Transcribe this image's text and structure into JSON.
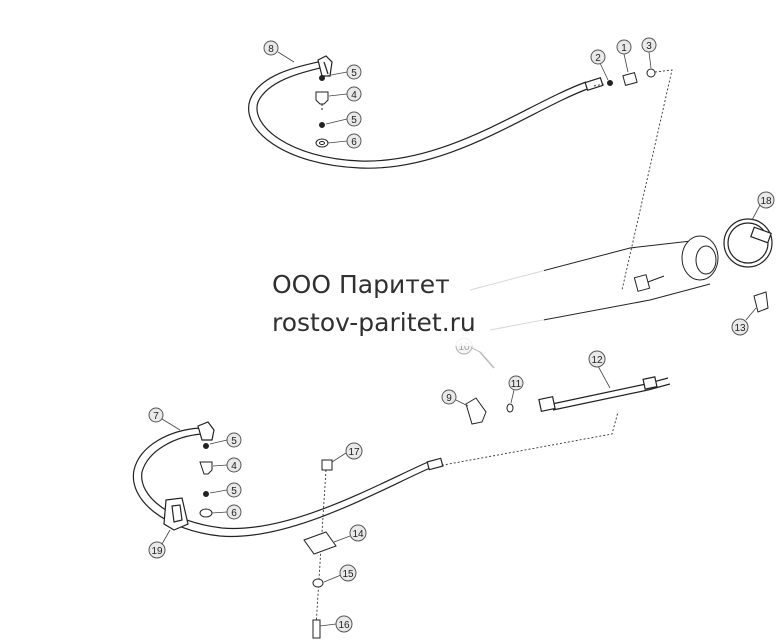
{
  "watermark": {
    "company": "ООО Паритет",
    "site": "rostov-paritet.ru"
  },
  "callouts": [
    "1",
    "2",
    "3",
    "4",
    "5",
    "6",
    "7",
    "8",
    "9",
    "10",
    "11",
    "12",
    "13",
    "14",
    "15",
    "16",
    "17",
    "18",
    "19"
  ],
  "colors": {
    "line": "#222222",
    "callout_fill": "#e9e9e9",
    "callout_stroke": "#555555",
    "watermark_text": "#303030"
  }
}
